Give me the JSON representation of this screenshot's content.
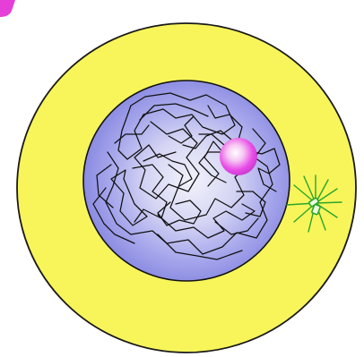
{
  "diagram": {
    "colors": {
      "background": "#ffffff",
      "cytoplasm_fill": "#f7f55a",
      "cytoplasm_stroke": "#1a1a1a",
      "nucleus_fill": "#8c8ce6",
      "nucleus_highlight": "#f2f2fb",
      "nucleus_stroke": "#111111",
      "chromatin": "#111111",
      "nucleolus_core": "#ffffff",
      "nucleolus_glow": "#e84ae6",
      "centrosome": "#2aa62a",
      "corner_tab": "#e53fd8"
    },
    "parts": {
      "cytoplasm": "cytoplasm",
      "nucleus": "nucleus",
      "chromatin": "chromatin-fibers",
      "nucleolus": "nucleolus",
      "centrosome": "centrosome"
    }
  }
}
